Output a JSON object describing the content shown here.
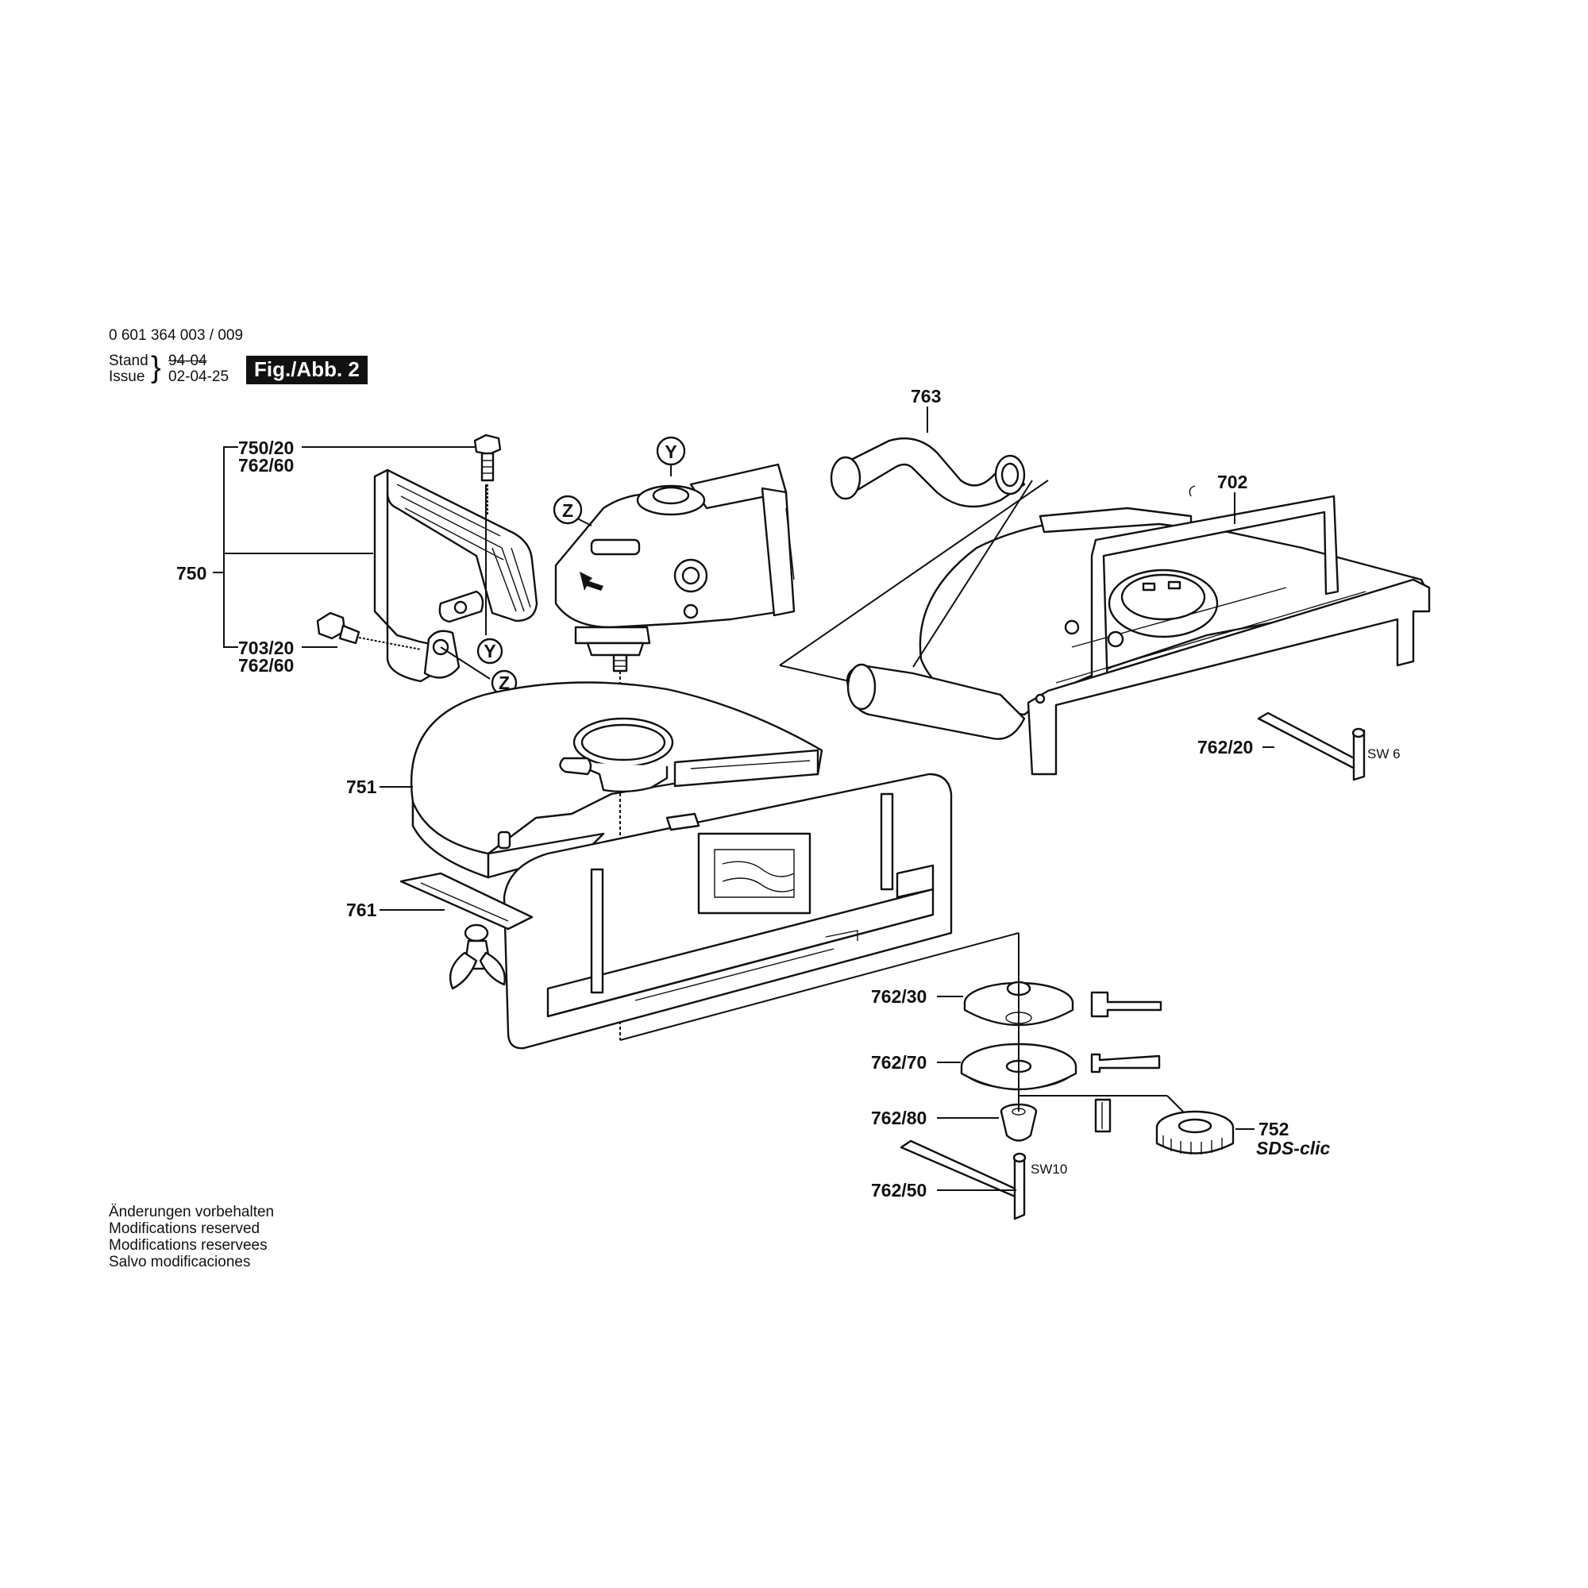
{
  "header": {
    "part_number": "0 601 364 003 / 009",
    "stand_label": "Stand",
    "stand_value": "94-04",
    "issue_label": "Issue",
    "issue_value": "02-04-25",
    "figure": "Fig./Abb. 2"
  },
  "callouts": {
    "c750_20": "750/20",
    "c762_60a": "762/60",
    "c750": "750",
    "c703_20": "703/20",
    "c762_60b": "762/60",
    "c751": "751",
    "c761": "761",
    "c763": "763",
    "c702": "702",
    "c762_20": "762/20",
    "sw6": "SW 6",
    "c762_30": "762/30",
    "c762_70": "762/70",
    "c762_80": "762/80",
    "c762_50": "762/50",
    "sw10": "SW10",
    "c752": "752",
    "sds": "SDS-clic",
    "y": "Y",
    "z": "Z"
  },
  "notes": [
    "Änderungen vorbehalten",
    "Modifications reserved",
    "Modifications reservees",
    "Salvo modificaciones"
  ]
}
